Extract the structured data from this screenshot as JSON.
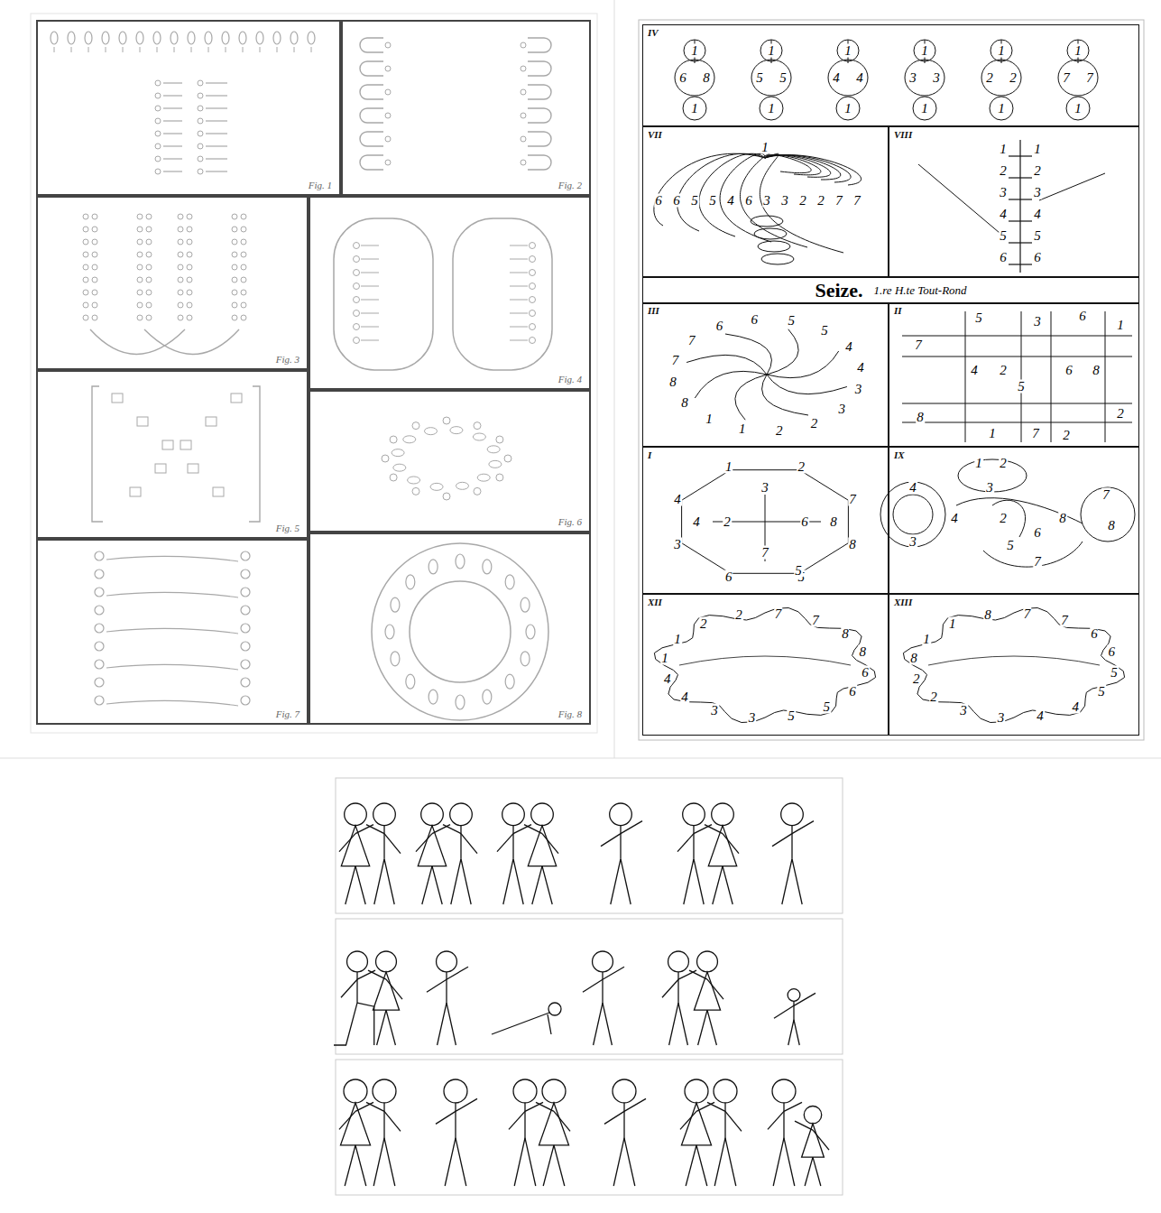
{
  "diagram": {
    "nodes": [
      {
        "text": [
          "Fig. 1"
        ]
      },
      {
        "text": [
          "Fig. 2"
        ]
      },
      {
        "text": [
          "Fig. 3"
        ]
      },
      {
        "text": [
          "Fig. 4"
        ]
      },
      {
        "text": [
          "Fig. 5"
        ]
      },
      {
        "text": [
          "Fig. 6"
        ]
      },
      {
        "text": [
          "Fig. 7"
        ]
      },
      {
        "text": [
          "Fig. 8"
        ]
      },
      {
        "text": [
          "IV"
        ]
      },
      {
        "text": [
          "VII"
        ]
      },
      {
        "text": [
          "VIII"
        ]
      },
      {
        "text": [
          "Seize.",
          "1.re H.te Tout-Rond"
        ]
      },
      {
        "text": [
          "III"
        ]
      },
      {
        "text": [
          "II"
        ]
      },
      {
        "text": [
          "I"
        ]
      },
      {
        "text": [
          "IX"
        ]
      },
      {
        "text": [
          "XII"
        ]
      },
      {
        "text": [
          "XIII"
        ]
      }
    ],
    "labels": [
      "1",
      "6",
      "8",
      "1",
      "1",
      "5",
      "5",
      "1",
      "1",
      "4",
      "4",
      "1",
      "1",
      "3",
      "3",
      "1",
      "1",
      "2",
      "2",
      "1",
      "1",
      "7",
      "7",
      "1",
      "1",
      "6",
      "6",
      "5",
      "5",
      "4",
      "6",
      "3",
      "3",
      "2",
      "2",
      "7",
      "7",
      "1",
      "1",
      "2",
      "2",
      "3",
      "3",
      "4",
      "4",
      "5",
      "5",
      "6",
      "6",
      "6",
      "6",
      "5",
      "5",
      "4",
      "4",
      "3",
      "3",
      "2",
      "2",
      "1",
      "1",
      "8",
      "8",
      "7",
      "7",
      "5",
      "3",
      "6",
      "1",
      "7",
      "4",
      "2",
      "5",
      "6",
      "8",
      "8",
      "2",
      "1",
      "7",
      "2",
      "1",
      "2",
      "7",
      "8",
      "5",
      "6",
      "3",
      "4",
      "3",
      "4",
      "2",
      "6",
      "8",
      "7",
      "5",
      "4",
      "3",
      "1",
      "2",
      "3",
      "4",
      "2",
      "8",
      "6",
      "5",
      "7",
      "8",
      "7",
      "1",
      "2",
      "2",
      "7",
      "7",
      "8",
      "8",
      "6",
      "6",
      "5",
      "5",
      "3",
      "3",
      "4",
      "4",
      "1",
      "1",
      "1",
      "8",
      "7",
      "7",
      "6",
      "6",
      "5",
      "5",
      "4",
      "4",
      "3",
      "3",
      "2",
      "2",
      "8"
    ]
  }
}
